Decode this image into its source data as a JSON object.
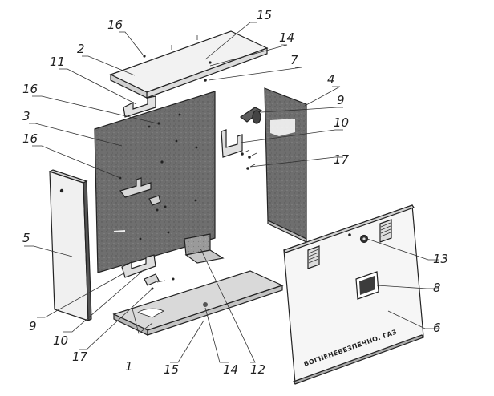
{
  "door_inscription": "ВОГНЕНЕБЕЗПЕЧНО. ГАЗ",
  "callouts": [
    {
      "id": "c1",
      "text": "1"
    },
    {
      "id": "c2",
      "text": "2"
    },
    {
      "id": "c3",
      "text": "3"
    },
    {
      "id": "c4",
      "text": "4"
    },
    {
      "id": "c5",
      "text": "5"
    },
    {
      "id": "c6",
      "text": "6"
    },
    {
      "id": "c7",
      "text": "7"
    },
    {
      "id": "c8",
      "text": "8"
    },
    {
      "id": "c9a",
      "text": "9"
    },
    {
      "id": "c9b",
      "text": "9"
    },
    {
      "id": "c10a",
      "text": "10"
    },
    {
      "id": "c10b",
      "text": "10"
    },
    {
      "id": "c11",
      "text": "11"
    },
    {
      "id": "c12",
      "text": "12"
    },
    {
      "id": "c13",
      "text": "13"
    },
    {
      "id": "c14a",
      "text": "14"
    },
    {
      "id": "c14b",
      "text": "14"
    },
    {
      "id": "c15a",
      "text": "15"
    },
    {
      "id": "c15b",
      "text": "15"
    },
    {
      "id": "c16a",
      "text": "16"
    },
    {
      "id": "c16b",
      "text": "16"
    },
    {
      "id": "c16c",
      "text": "16"
    },
    {
      "id": "c17a",
      "text": "17"
    },
    {
      "id": "c17b",
      "text": "17"
    }
  ]
}
